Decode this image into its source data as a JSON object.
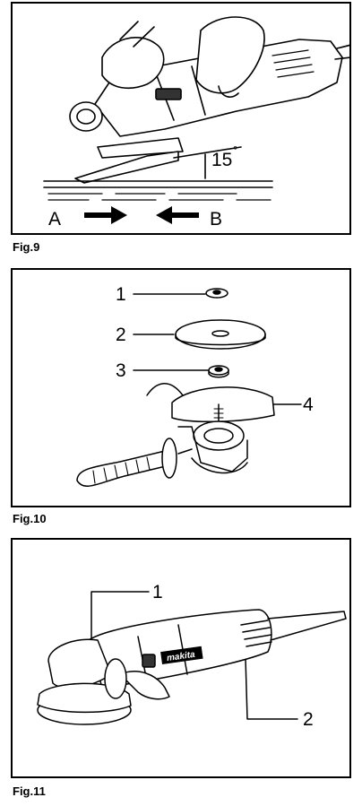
{
  "figures": [
    {
      "caption": "Fig.9",
      "angle": "15",
      "angle_unit": "°",
      "labels": [
        "A",
        "B"
      ]
    },
    {
      "caption": "Fig.10",
      "callouts": [
        "1",
        "2",
        "3",
        "4"
      ]
    },
    {
      "caption": "Fig.11",
      "callouts": [
        "1",
        "2"
      ],
      "brand_text": "makita"
    }
  ]
}
